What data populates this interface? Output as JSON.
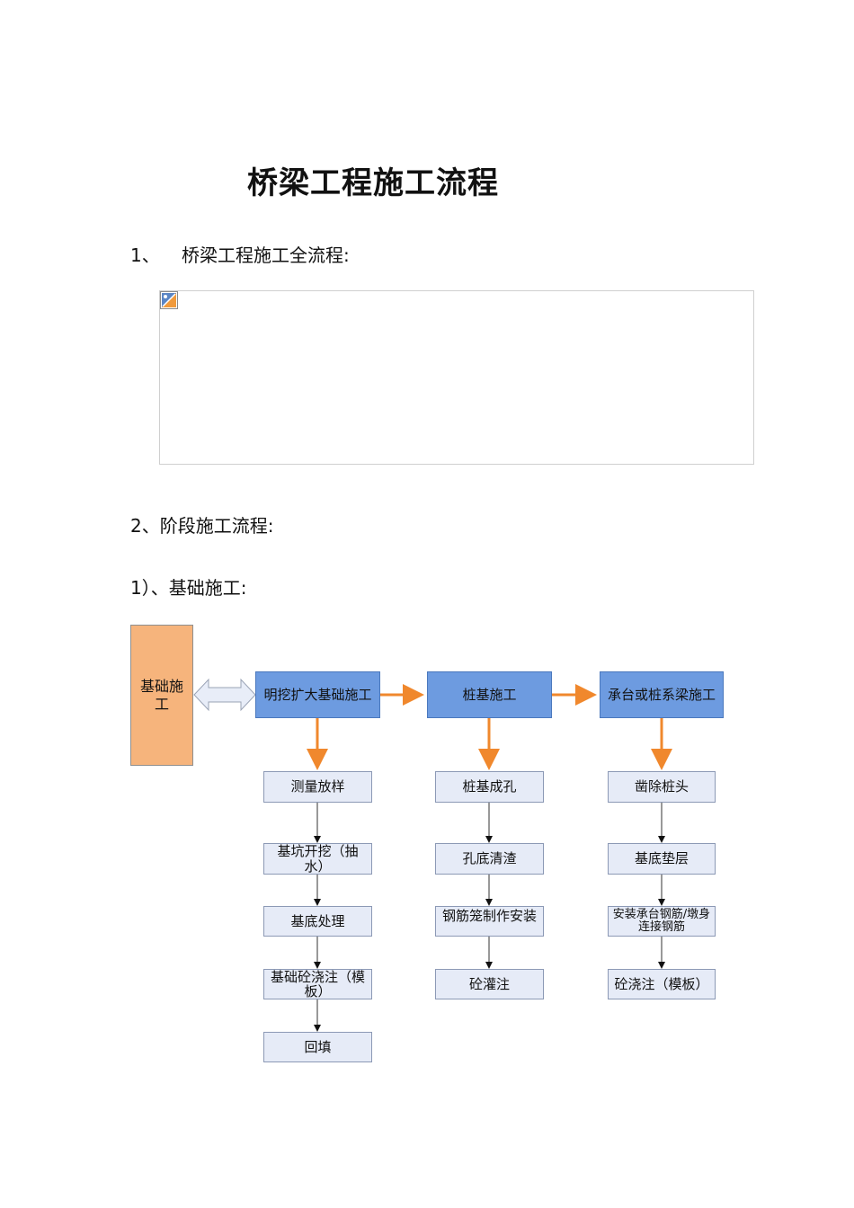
{
  "document": {
    "title": "桥梁工程施工流程",
    "section1": {
      "number": "1、",
      "text": "桥梁工程施工全流程:"
    },
    "section2": "2、阶段施工流程:",
    "subsection1": "1）、基础施工:"
  },
  "image_placeholder": {
    "icon": "broken-image-icon"
  },
  "flowchart": {
    "root": "基础施工",
    "branches": [
      {
        "label": "明挖扩大基础施工",
        "steps": [
          "测量放样",
          "基坑开挖（抽水）",
          "基底处理",
          "基础砼浇注（模板）",
          "回填"
        ]
      },
      {
        "label": "桩基施工",
        "steps": [
          "桩基成孔",
          "孔底清渣",
          "钢筋笼制作安装",
          "砼灌注"
        ]
      },
      {
        "label": "承台或桩系梁施工",
        "steps": [
          "凿除桩头",
          "基底垫层",
          "安装承台钢筋/墩身连接钢筋",
          "砼浇注（模板）"
        ]
      }
    ],
    "colors": {
      "main_fill": "#6d9be0",
      "sub_fill": "#e6ebf7",
      "root_fill": "#f6b47c",
      "arrow": "#f0882d",
      "double_arrow_fill": "#e8edf8"
    }
  }
}
